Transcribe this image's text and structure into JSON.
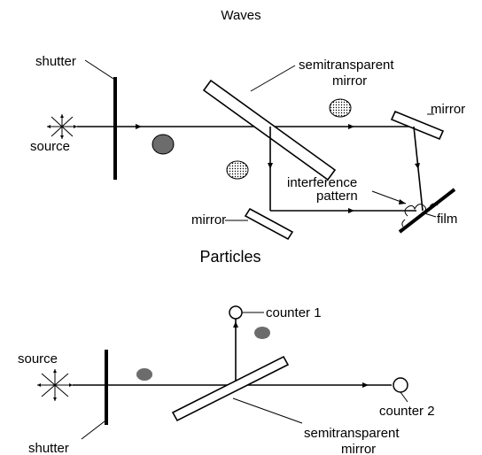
{
  "waves": {
    "title": "Waves",
    "labels": {
      "shutter": "shutter",
      "source": "source",
      "semitransparent_line1": "semitransparent",
      "semitransparent_line2": "mirror",
      "mirror_right": "mirror",
      "mirror_bottom": "mirror",
      "interference_line1": "interference",
      "interference_line2": "pattern",
      "film": "film"
    }
  },
  "particles": {
    "title": "Particles",
    "labels": {
      "source": "source",
      "shutter": "shutter",
      "counter1": "counter 1",
      "counter2": "counter 2",
      "semitransparent_line1": "semitransparent",
      "semitransparent_line2": "mirror"
    }
  },
  "icons": [
    "source-burst-icon",
    "wave-packet-icon",
    "particle-dot-icon",
    "counter-icon"
  ]
}
